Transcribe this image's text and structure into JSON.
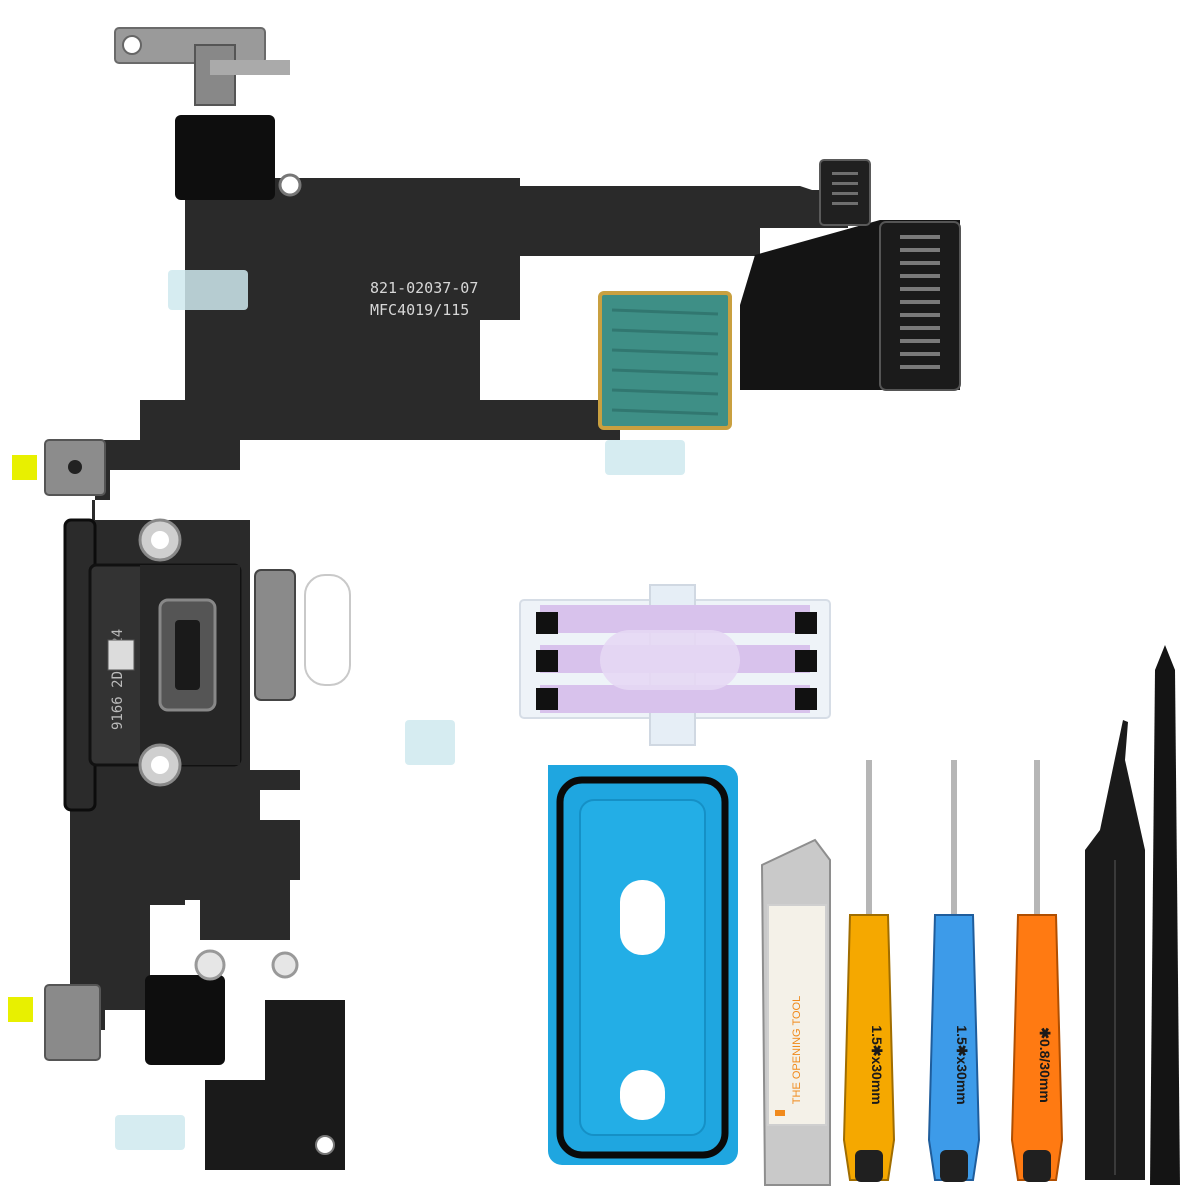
{
  "flex_cable": {
    "part_number": "821-02037-07",
    "batch_code": "MFC4019/115",
    "port_serial": "9166 2D 2024",
    "colors": {
      "cable": "#2a2a2a",
      "cable_dark": "#141414",
      "tape_blue": "#3e8f86",
      "metal": "#9a9a9a",
      "yellow_tab": "#e8f000"
    }
  },
  "adhesive_strips": {
    "colors": {
      "liner": "#eef3f8",
      "purple": "#d8c2ec",
      "black": "#111111"
    }
  },
  "waterproof_seal": {
    "colors": {
      "blue": "#1fa6e0",
      "outline": "#0a0a0a"
    }
  },
  "opening_tool": {
    "label": "THE OPENING TOOL",
    "colors": {
      "metal": "#c9c9c9",
      "sleeve": "#f4f1e8",
      "accent": "#f08a1c"
    }
  },
  "screwdrivers": [
    {
      "label": "1.5✱x30mm",
      "color": "#f5a800"
    },
    {
      "label": "1.5✱x30mm",
      "color": "#3d9be9"
    },
    {
      "label": "✱0.8/30mm",
      "color": "#ff7a12"
    }
  ],
  "tweezers": {
    "color": "#1a1a1a"
  },
  "spudger": {
    "color": "#141414"
  }
}
